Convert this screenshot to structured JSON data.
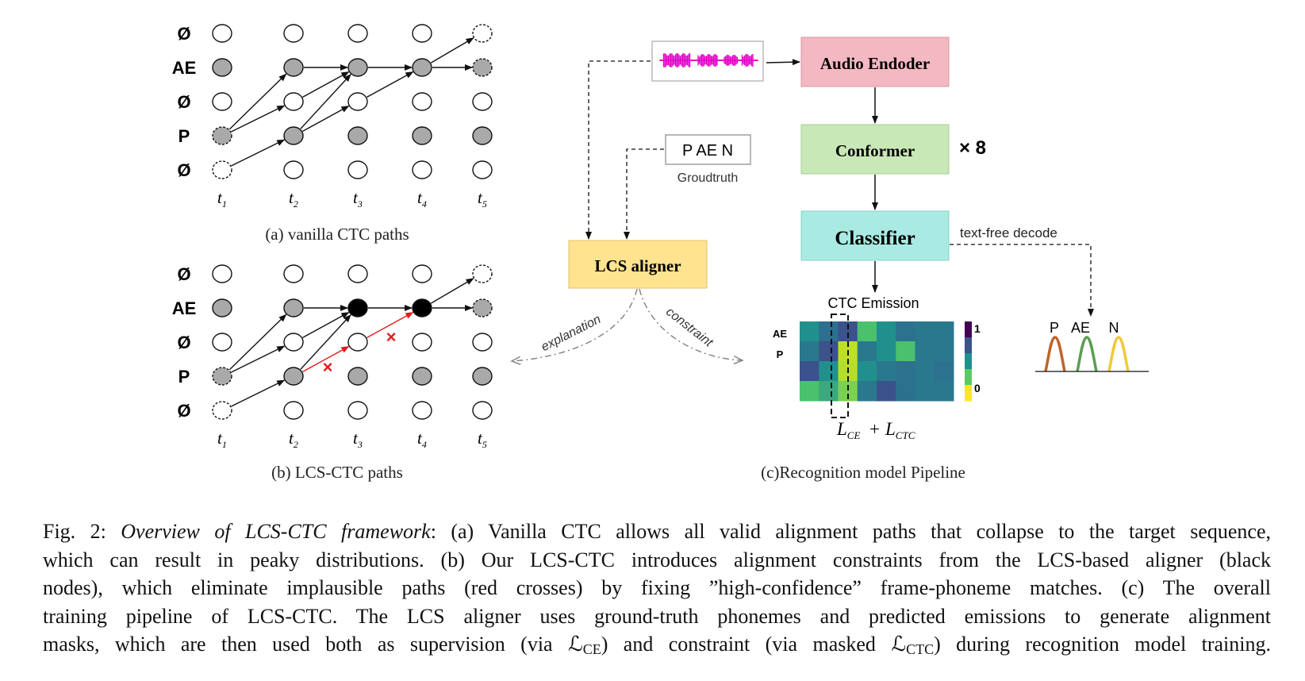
{
  "panel_a": {
    "caption": "(a) vanilla CTC paths",
    "row_labels": [
      "Ø",
      "AE",
      "Ø",
      "P",
      "Ø"
    ],
    "time_labels": [
      {
        "base": "t",
        "sub": "1"
      },
      {
        "base": "t",
        "sub": "2"
      },
      {
        "base": "t",
        "sub": "3"
      },
      {
        "base": "t",
        "sub": "4"
      },
      {
        "base": "t",
        "sub": "5"
      }
    ]
  },
  "panel_b": {
    "caption": "(b) LCS-CTC paths",
    "row_labels": [
      "Ø",
      "AE",
      "Ø",
      "P",
      "Ø"
    ],
    "time_labels": [
      {
        "base": "t",
        "sub": "1"
      },
      {
        "base": "t",
        "sub": "2"
      },
      {
        "base": "t",
        "sub": "3"
      },
      {
        "base": "t",
        "sub": "4"
      },
      {
        "base": "t",
        "sub": "5"
      }
    ],
    "cross_glyph": "×"
  },
  "panel_c": {
    "caption": "(c)Recognition model Pipeline",
    "audio_encoder": "Audio Endoder",
    "conformer": "Conformer",
    "conformer_repeat": "× 8",
    "classifier": "Classifier",
    "text_free_decode": "text-free decode",
    "groundtruth_box": "P AE N",
    "groundtruth_label": "Groudtruth",
    "lcs_aligner": "LCS aligner",
    "explanation": "explanation",
    "constraint": "constraint",
    "ctc_emission": "CTC Emission",
    "heatmap_row_labels": [
      "AE",
      "P"
    ],
    "colorbar_max": "1",
    "colorbar_min": "0",
    "loss_ce": {
      "base": "L",
      "sub": "CE"
    },
    "loss_plus": "+",
    "loss_ctc": {
      "base": "L",
      "sub": "CTC"
    },
    "output_peaks": [
      "P",
      "AE",
      "N"
    ],
    "colors": {
      "audio_encoder": "#f4b8c2",
      "conformer": "#c9e8b7",
      "classifier": "#a9ebe3",
      "lcs_aligner": "#ffe38f",
      "waveform": "#e100c8",
      "peak_p": "#c0642a",
      "peak_ae": "#5a9e50",
      "peak_n": "#f0c93a",
      "cross": "#e21d1d"
    }
  },
  "caption": {
    "lines": [
      [
        {
          "t": "Fig. 2: "
        },
        {
          "t": "Overview of LCS-CTC framework",
          "i": true
        },
        {
          "t": ": (a) Vanilla CTC allows all valid alignment paths that collapse to the target sequence,"
        }
      ],
      [
        {
          "t": "which can result in peaky distributions. (b) Our LCS-CTC introduces alignment constraints from the LCS-based aligner (black"
        }
      ],
      [
        {
          "t": "nodes), which eliminate implausible paths (red crosses) by fixing ”high-confidence” frame-phoneme matches. (c) The overall"
        }
      ],
      [
        {
          "t": "training pipeline of LCS-CTC. The LCS aligner uses ground-truth phonemes and predicted emissions to generate alignment"
        }
      ],
      [
        {
          "t": "masks, which are then used both as supervision (via "
        },
        {
          "t": "ℒ",
          "i": false
        },
        {
          "t": "CE",
          "sub": true
        },
        {
          "t": ") and constraint (via masked "
        },
        {
          "t": "ℒ"
        },
        {
          "t": "CTC",
          "sub": true
        },
        {
          "t": ") during recognition model training."
        }
      ]
    ]
  }
}
